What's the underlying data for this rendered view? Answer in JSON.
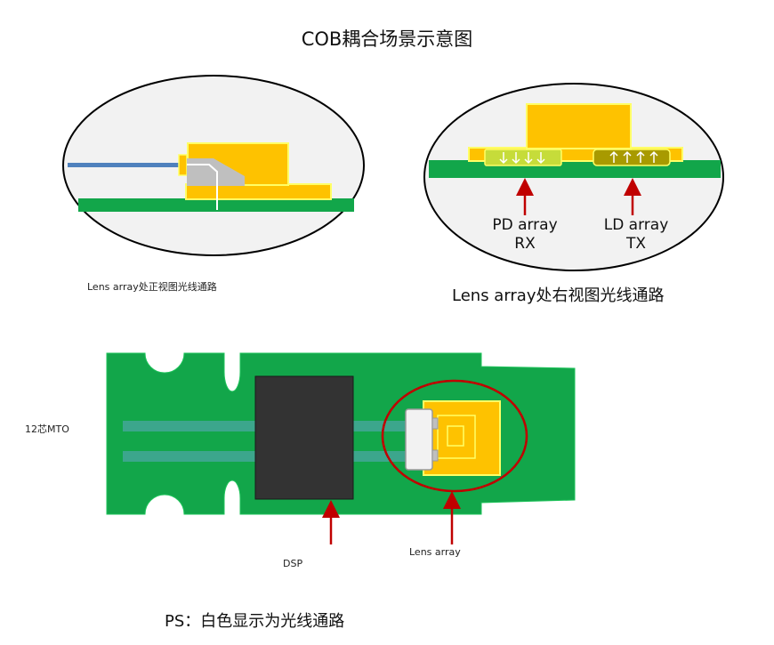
{
  "title": "COB耦合场景示意图",
  "left_diagram": {
    "caption": "Lens array处正视图光线通路"
  },
  "right_diagram": {
    "caption": "Lens array处右视图光线通路",
    "pd_label_line1": "PD array",
    "pd_label_line2": "RX",
    "ld_label_line1": "LD array",
    "ld_label_line2": "TX"
  },
  "board": {
    "mto_label": "12芯MTO",
    "dsp_label": "DSP",
    "lens_label": "Lens array"
  },
  "note": "PS：白色显示为光线通路",
  "colors": {
    "pcb_green": "#12a64a",
    "chip_yellow": "#fec200",
    "chip_border": "#ffff66",
    "dsp_dark": "#333333",
    "arrow_red": "#c00000",
    "fiber_blue": "#4f81bd",
    "lens_gray": "#bfbfbf"
  }
}
